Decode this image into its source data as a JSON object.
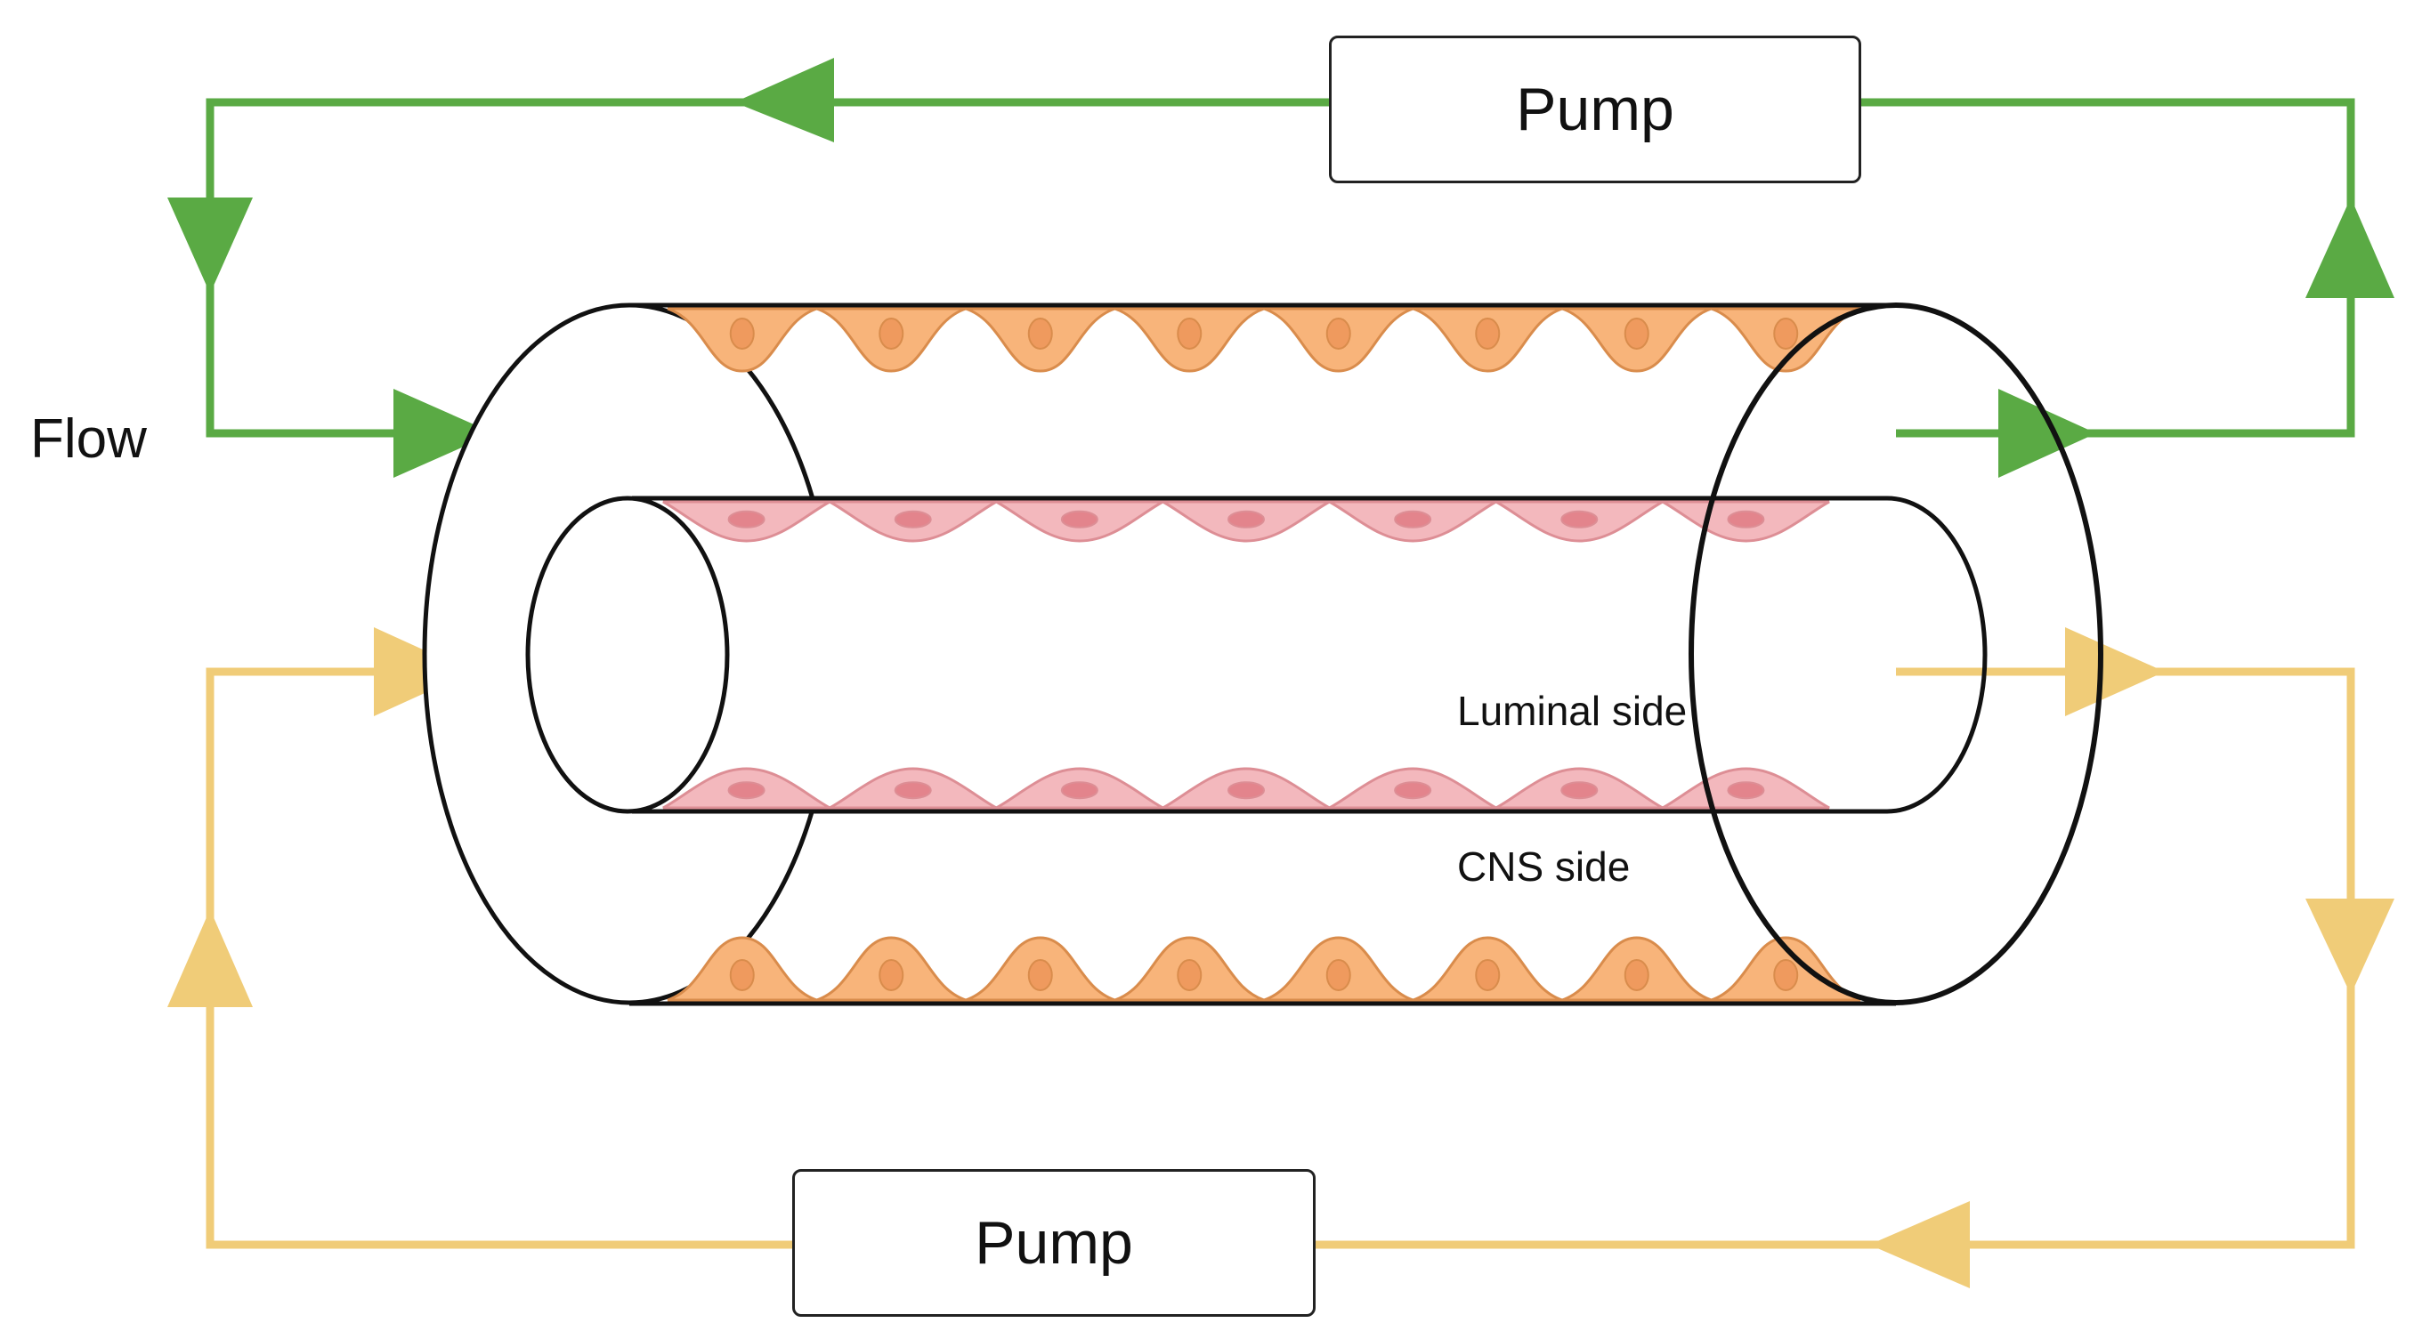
{
  "labels": {
    "pump_top": "Pump",
    "pump_bottom": "Pump",
    "flow": "Flow",
    "luminal_side": "Luminal side",
    "cns_side": "CNS side"
  },
  "colors": {
    "green_flow": "#5aaa44",
    "yellow_flow": "#f0cc78",
    "outer_cell_fill": "#f8b47a",
    "outer_cell_stroke": "#d98c4c",
    "outer_nucleus": "#ef9a5e",
    "inner_cell_fill": "#f3b8bd",
    "inner_cell_stroke": "#dd8e95",
    "inner_nucleus": "#e3848c",
    "outline": "#111111"
  }
}
